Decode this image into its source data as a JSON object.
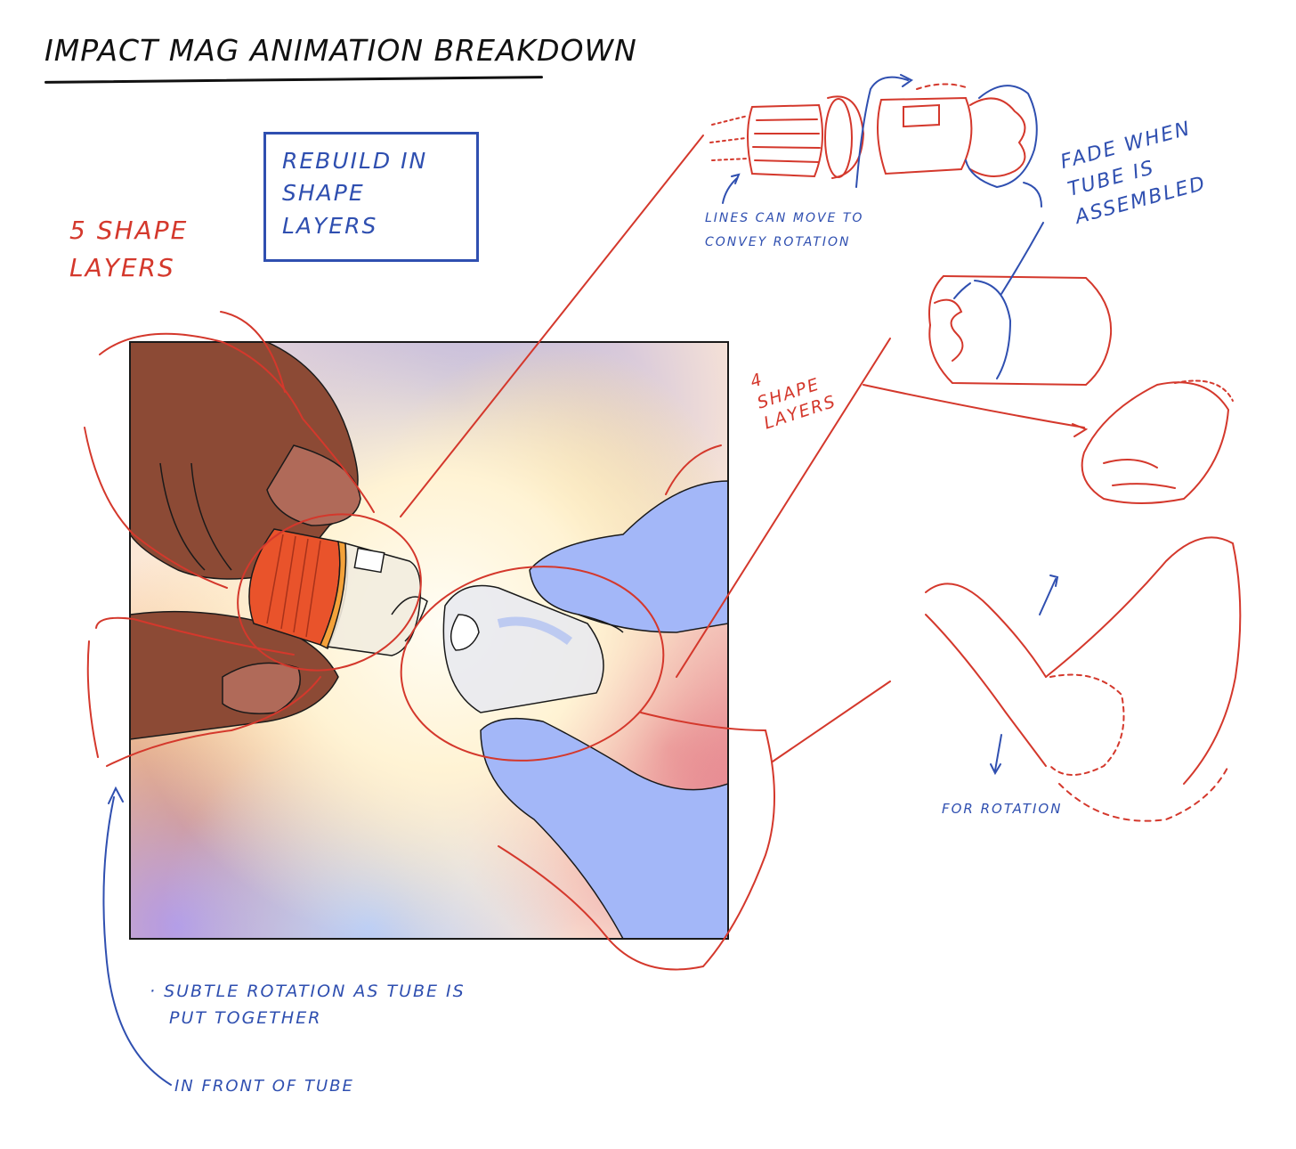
{
  "title": "IMPACT MAG ANIMATION BREAKDOWN",
  "box_note": {
    "lines": [
      "REBUILD IN",
      "SHAPE",
      "LAYERS"
    ]
  },
  "left_note": {
    "lines": [
      "5 SHAPE",
      "LAYERS"
    ]
  },
  "right_note": {
    "lines": [
      "4",
      "SHAPE",
      "LAYERS"
    ]
  },
  "cap_note": {
    "lines": [
      "LINES CAN MOVE TO",
      "CONVEY ROTATION"
    ]
  },
  "fade_note": {
    "lines": [
      "FADE WHEN",
      "TUBE IS",
      "ASSEMBLED"
    ]
  },
  "rotation_note": "FOR ROTATION",
  "bottom_note": {
    "lines": [
      "· SUBTLE ROTATION AS TUBE IS",
      "PUT TOGETHER"
    ]
  },
  "front_note": "IN FRONT OF TUBE",
  "colors": {
    "annotation_red": "#d4382c",
    "annotation_blue": "#2f4fb0",
    "skin": "#8c4a35",
    "glove": "#a3b7f8",
    "cap": "#e9532b"
  }
}
